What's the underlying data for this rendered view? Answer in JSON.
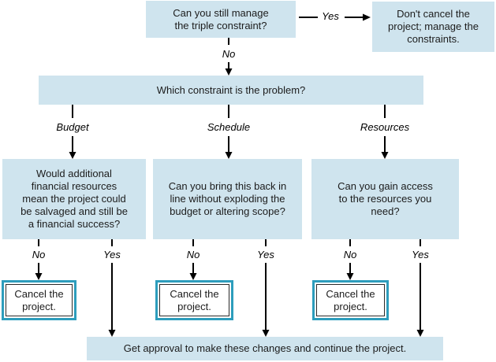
{
  "colors": {
    "node_fill": "#cfe4ee",
    "cancel_border": "#2d9dbc",
    "inner_border": "#2a2a2a",
    "text": "#1c1c1c",
    "connector": "#000000"
  },
  "flowchart": {
    "start": {
      "question": "Can you still manage the triple constraint?",
      "yes_label": "Yes",
      "no_label": "No"
    },
    "dont_cancel": {
      "text": "Don't cancel the project; manage the constraints."
    },
    "which_constraint": {
      "question": "Which constraint is the problem?"
    },
    "branches": {
      "budget": {
        "label": "Budget",
        "question": "Would additional financial resources mean the project could be salvaged and still be a financial success?",
        "no_label": "No",
        "yes_label": "Yes"
      },
      "schedule": {
        "label": "Schedule",
        "question": "Can you bring this back in line without exploding the budget or altering scope?",
        "no_label": "No",
        "yes_label": "Yes"
      },
      "resources": {
        "label": "Resources",
        "question": "Can you gain access to the resources you need?",
        "no_label": "No",
        "yes_label": "Yes"
      }
    },
    "cancel": {
      "text": "Cancel the project."
    },
    "approval": {
      "text": "Get approval to make these changes and continue the project."
    }
  }
}
